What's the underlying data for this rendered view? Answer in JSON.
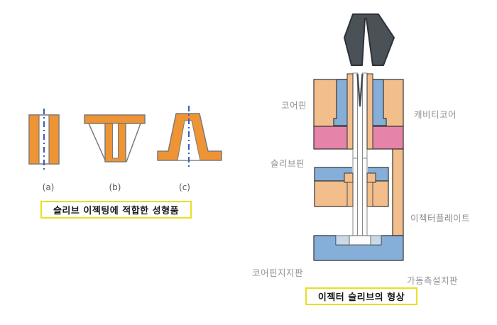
{
  "left_figure": {
    "shape_labels": {
      "a": "(a)",
      "b": "(b)",
      "c": "(c)"
    },
    "caption": "슬리브 이젝팅에 적합한 성형품"
  },
  "right_figure": {
    "labels": {
      "core_pin": "코어핀",
      "cavity_core": "캐비티코어",
      "sleeve_pin": "슬리브핀",
      "ejector_plate": "이젝터플레이트",
      "core_pin_support_plate": "코어핀지지판",
      "movable_side_mounting_plate": "가동측설치판"
    },
    "caption": "이젝터 슬리브의 형상"
  },
  "colors": {
    "shape_orange": "#ee9435",
    "mold_tan": "#f2be8c",
    "mold_blue": "#85afd8",
    "mold_pink": "#e583a8",
    "notch_light_blue": "#cad9e6",
    "product_dark": "#4a5157",
    "outline_dark": "#2e3238",
    "outline_gray": "#7a7a7a",
    "centerline_blue": "#3a5bc0",
    "caption_border_yellow": "#e8e021",
    "label_gray": "#8d9194"
  }
}
